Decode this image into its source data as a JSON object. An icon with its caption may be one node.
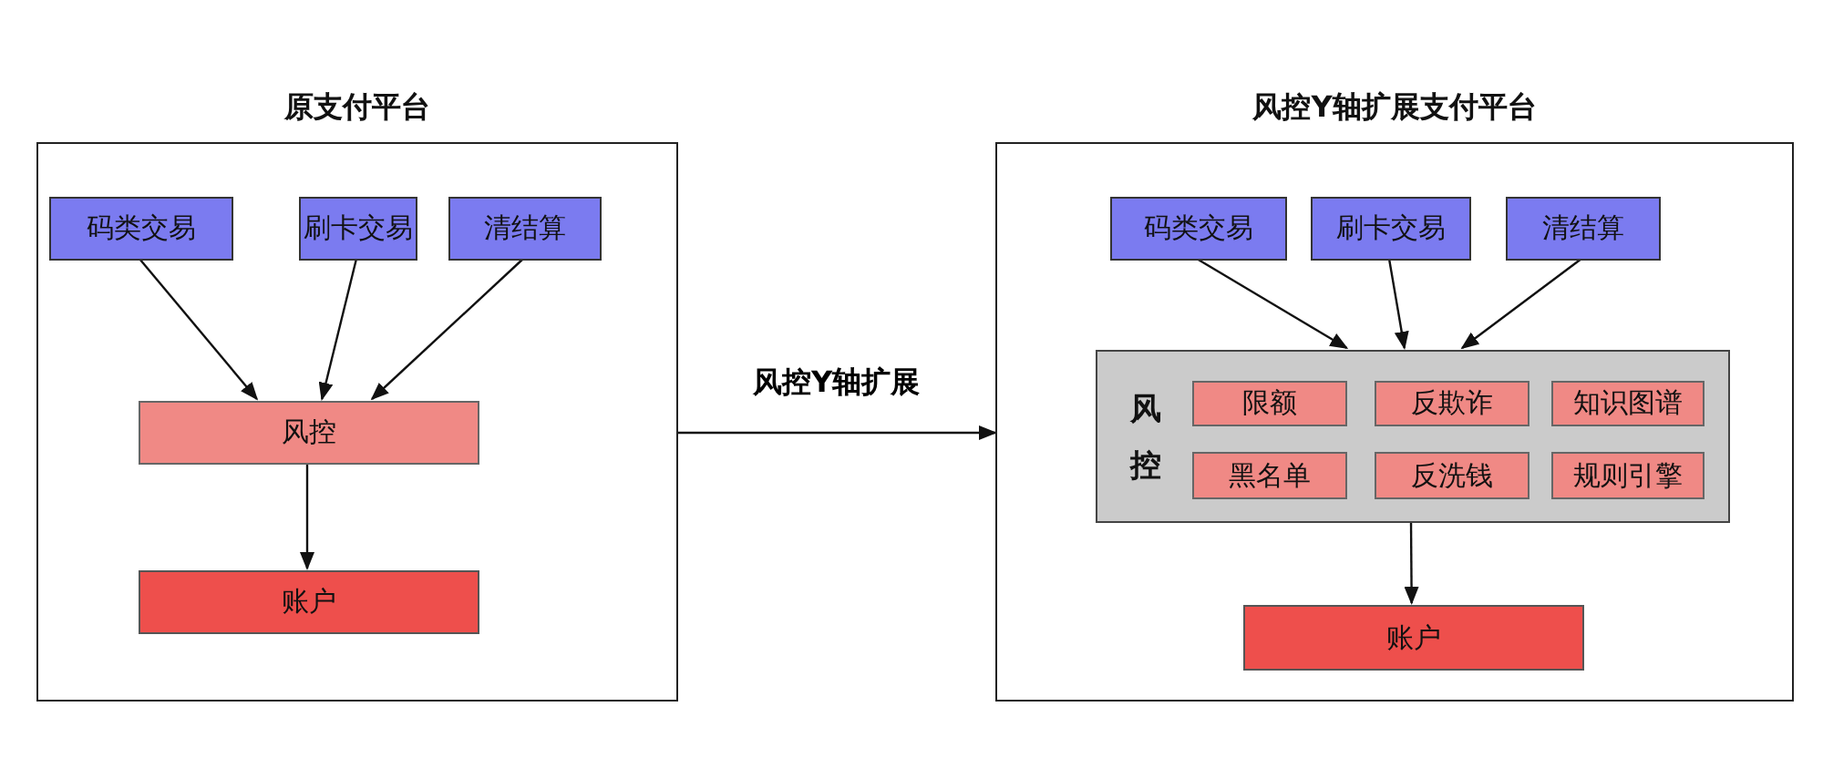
{
  "diagram": {
    "nodes": [
      {
        "text": [
          "原支付平台"
        ]
      },
      {
        "text": [
          "码类交易"
        ],
        "in": 0
      },
      {
        "text": [
          "刷卡交易"
        ],
        "in": 0
      },
      {
        "text": [
          "清结算"
        ],
        "in": 0
      },
      {
        "text": [
          "风控"
        ],
        "in": 0
      },
      {
        "text": [
          "账户"
        ],
        "in": 0
      },
      {
        "text": [
          "风控Y轴扩展支付平台"
        ]
      },
      {
        "text": [
          "码类交易"
        ],
        "in": 6
      },
      {
        "text": [
          "刷卡交易"
        ],
        "in": 6
      },
      {
        "text": [
          "清结算"
        ],
        "in": 6
      },
      {
        "text": [
          "风控"
        ],
        "in": 6
      },
      {
        "text": [
          "限额"
        ],
        "in": 10
      },
      {
        "text": [
          "反欺诈"
        ],
        "in": 10
      },
      {
        "text": [
          "知识图谱"
        ],
        "in": 10
      },
      {
        "text": [
          "黑名单"
        ],
        "in": 10
      },
      {
        "text": [
          "反洗钱"
        ],
        "in": 10
      },
      {
        "text": [
          "规则引擎"
        ],
        "in": 10
      },
      {
        "text": [
          "账户"
        ],
        "in": 6
      }
    ],
    "edges": [
      {
        "from": 1,
        "to": 4,
        "arrow": "to"
      },
      {
        "from": 2,
        "to": 4,
        "arrow": "to"
      },
      {
        "from": 3,
        "to": 4,
        "arrow": "to"
      },
      {
        "from": 4,
        "to": 5,
        "arrow": "to"
      },
      {
        "from": 0,
        "to": 6,
        "arrow": "to",
        "label": "风控Y轴扩展"
      },
      {
        "from": 7,
        "to": 10,
        "arrow": "to"
      },
      {
        "from": 8,
        "to": 10,
        "arrow": "to"
      },
      {
        "from": 9,
        "to": 10,
        "arrow": "to"
      },
      {
        "from": 10,
        "to": 17,
        "arrow": "to"
      }
    ]
  }
}
